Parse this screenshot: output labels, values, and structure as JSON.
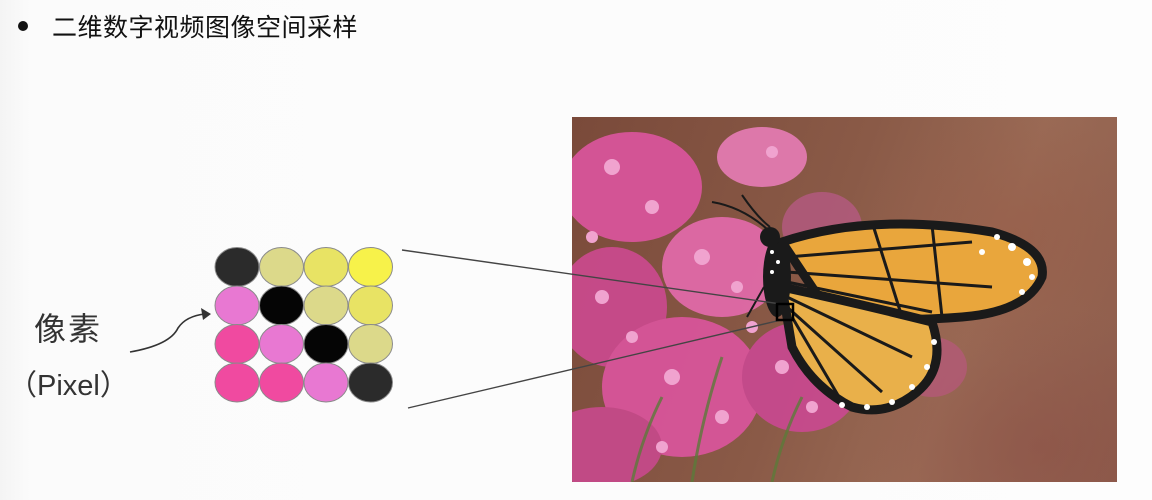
{
  "heading": {
    "text": "二维数字视频图像空间采样"
  },
  "pixel_label": {
    "chinese": "像素",
    "english": "（Pixel）"
  },
  "pixel_grid": {
    "rows": [
      [
        "#2b2b2b",
        "#dcd98a",
        "#e8e364",
        "#f7f24a"
      ],
      [
        "#e878d2",
        "#050505",
        "#dcd98a",
        "#e8e364"
      ],
      [
        "#f04aa0",
        "#e878d2",
        "#050505",
        "#dcd98a"
      ],
      [
        "#f04aa0",
        "#f04aa0",
        "#e878d2",
        "#2b2b2b"
      ]
    ]
  },
  "photo": {
    "subject": "butterfly-on-pink-flowers"
  }
}
